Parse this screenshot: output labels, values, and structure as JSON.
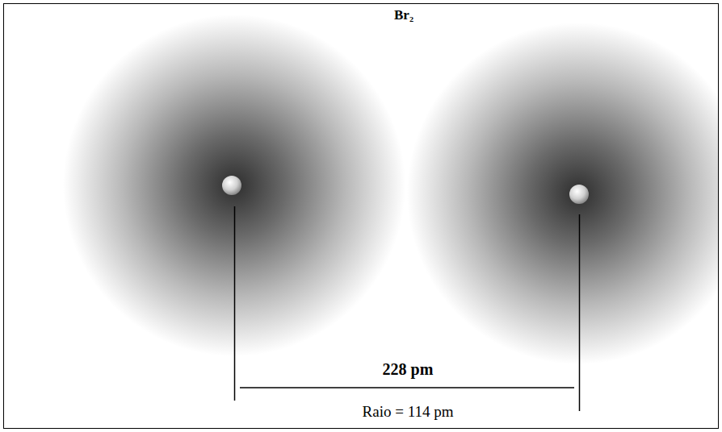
{
  "diagram": {
    "title": "Br₂",
    "labels": [
      "228 pm",
      "Raio = 114 pm"
    ]
  }
}
